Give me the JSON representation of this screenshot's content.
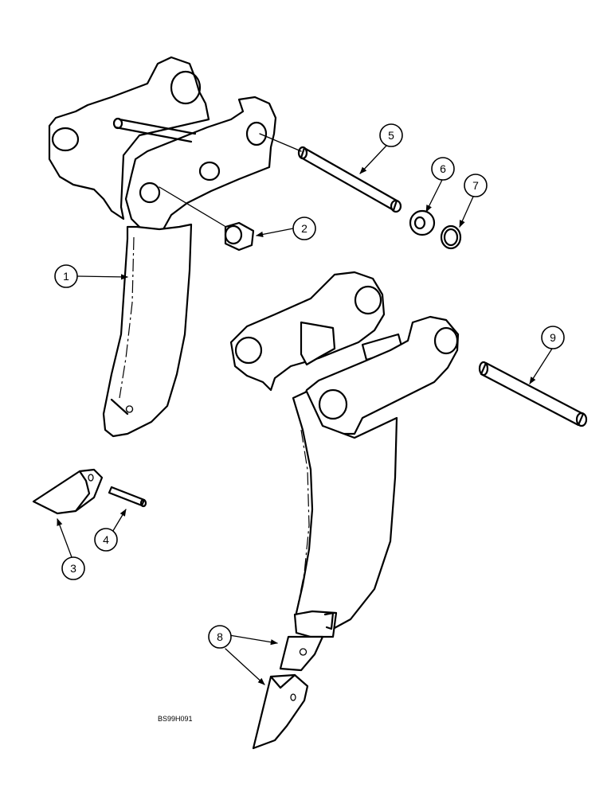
{
  "callouts": [
    {
      "id": "1",
      "label": "1"
    },
    {
      "id": "2",
      "label": "2"
    },
    {
      "id": "3",
      "label": "3"
    },
    {
      "id": "4",
      "label": "4"
    },
    {
      "id": "5",
      "label": "5"
    },
    {
      "id": "6",
      "label": "6"
    },
    {
      "id": "7",
      "label": "7"
    },
    {
      "id": "8",
      "label": "8"
    },
    {
      "id": "9",
      "label": "9"
    }
  ],
  "reference_code": "BS99H091",
  "colors": {
    "line": "#000000",
    "background": "#ffffff"
  }
}
